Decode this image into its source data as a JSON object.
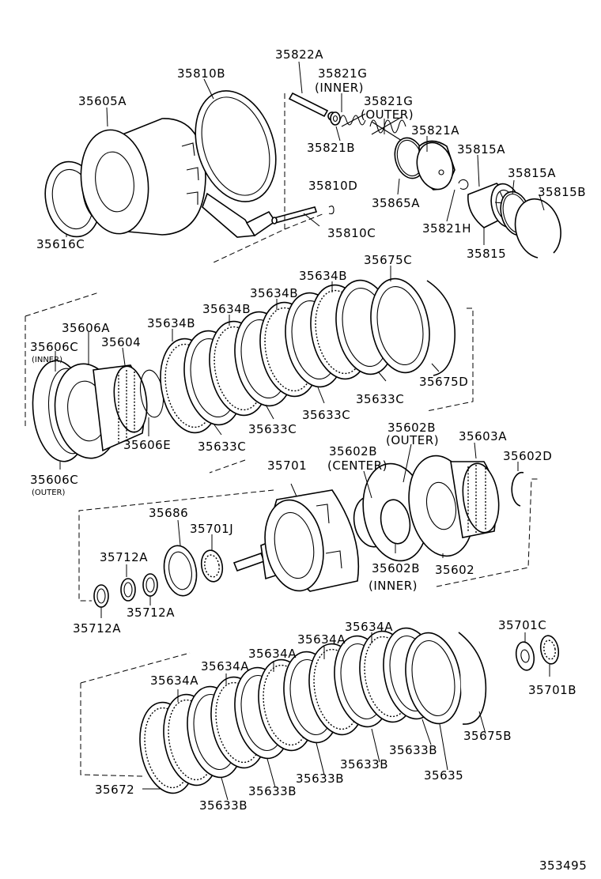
{
  "diagram_id": "353495",
  "labels": {
    "l35822A": "35822A",
    "l35810B": "35810B",
    "l35821G_inner": "35821G",
    "l_inner1": "(INNER)",
    "l35605A": "35605A",
    "l35821G_outer": "35821G",
    "l_outer1": "(OUTER)",
    "l35821A": "35821A",
    "l35821B": "35821B",
    "l35815A_1": "35815A",
    "l35815A_2": "35815A",
    "l35810D": "35810D",
    "l35815B": "35815B",
    "l35865A": "35865A",
    "l35821H": "35821H",
    "l35810C": "35810C",
    "l35616C": "35616C",
    "l35815": "35815",
    "l35675C": "35675C",
    "l35634B_1": "35634B",
    "l35634B_2": "35634B",
    "l35634B_3": "35634B",
    "l35634B_4": "35634B",
    "l35606A": "35606A",
    "l35606C_inner": "35606C",
    "l_inner_small": "(INNER)",
    "l35604": "35604",
    "l35675D": "35675D",
    "l35633C_1": "35633C",
    "l35633C_2": "35633C",
    "l35633C_3": "35633C",
    "l35633C_4": "35633C",
    "l35606E": "35606E",
    "l35602B_outer": "35602B",
    "l_outer2": "(OUTER)",
    "l35603A": "35603A",
    "l35602B_center": "35602B",
    "l_center": "(CENTER)",
    "l35701": "35701",
    "l35602D": "35602D",
    "l35606C_outer": "35606C",
    "l_outer_small": "(OUTER)",
    "l35686": "35686",
    "l35701J": "35701J",
    "l35712A_1": "35712A",
    "l35602B_inner": "35602B",
    "l_inner2": "(INNER)",
    "l35602": "35602",
    "l35712A_2": "35712A",
    "l35712A_3": "35712A",
    "l35634A_1": "35634A",
    "l35634A_2": "35634A",
    "l35634A_3": "35634A",
    "l35634A_4": "35634A",
    "l35634A_5": "35634A",
    "l35701C": "35701C",
    "l35701B": "35701B",
    "l35675B": "35675B",
    "l35633B_1": "35633B",
    "l35633B_2": "35633B",
    "l35633B_3": "35633B",
    "l35633B_4": "35633B",
    "l35633B_5": "35633B",
    "l35635": "35635",
    "l35672": "35672"
  }
}
